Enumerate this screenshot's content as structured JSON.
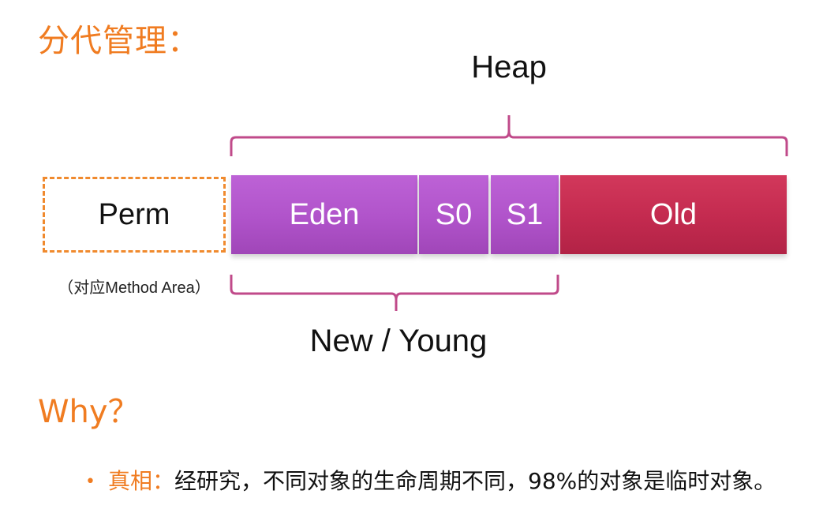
{
  "title": "分代管理：",
  "diagram": {
    "heap_label": "Heap",
    "young_label": "New / Young",
    "perm": {
      "label": "Perm",
      "note": "（对应Method Area）"
    },
    "segments": {
      "eden": "Eden",
      "s0": "S0",
      "s1": "S1",
      "old": "Old"
    },
    "colors": {
      "young_generation": "#b053ca",
      "old_generation": "#c32a4f",
      "perm_border": "#f08a2e",
      "bracket": "#c04a8a",
      "heading": "#f07c21"
    }
  },
  "why_heading": "Why？",
  "bullet": {
    "marker": "•",
    "key": "真相：",
    "text": "经研究，不同对象的生命周期不同，98%的对象是临时对象。"
  }
}
